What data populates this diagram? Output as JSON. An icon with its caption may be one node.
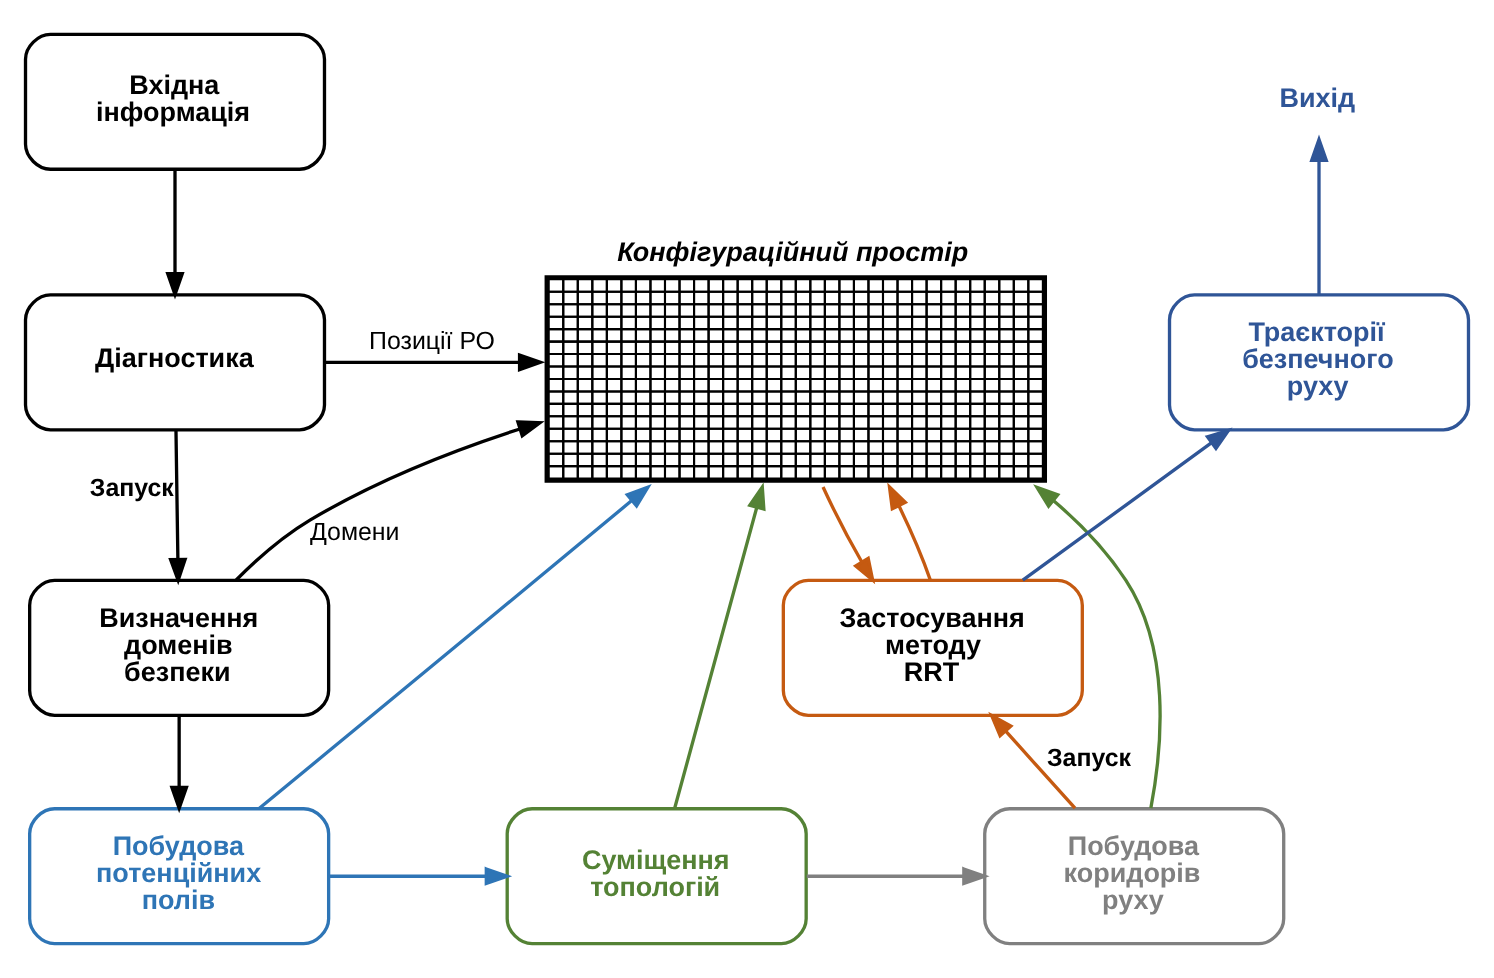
{
  "diagram": {
    "nodes": [
      {
        "text": [
          "Вхідна інформація"
        ]
      },
      {
        "text": [
          "Діагностика"
        ]
      },
      {
        "text": [
          "Визначення доменів безпеки"
        ]
      },
      {
        "text": [
          "Побудова потенційних полів"
        ]
      },
      {
        "text": [
          "Конфігураційний простір"
        ]
      },
      {
        "text": [
          "Суміщення топологій"
        ]
      },
      {
        "text": [
          "Побудова коридорів руху"
        ]
      },
      {
        "text": [
          "Застосування методу RRT"
        ]
      },
      {
        "text": [
          "Траєкторії безпечного руху"
        ]
      },
      {
        "text": [
          "Вихід"
        ]
      }
    ],
    "edges": [
      {
        "from": 0,
        "to": 1,
        "arrow": "to"
      },
      {
        "from": 1,
        "to": 2,
        "arrow": "to",
        "label": "Запуск"
      },
      {
        "from": 1,
        "to": 4,
        "arrow": "to",
        "label": "Позиції РО"
      },
      {
        "from": 2,
        "to": 4,
        "arrow": "to",
        "label": "Домени"
      },
      {
        "from": 2,
        "to": 3,
        "arrow": "to"
      },
      {
        "from": 3,
        "to": 4,
        "arrow": "to",
        "color": "#2e75b6"
      },
      {
        "from": 3,
        "to": 5,
        "arrow": "to",
        "color": "#2e75b6"
      },
      {
        "from": 5,
        "to": 4,
        "arrow": "to",
        "color": "#548235"
      },
      {
        "from": 6,
        "to": 4,
        "arrow": "to",
        "color": "#548235"
      },
      {
        "from": 5,
        "to": 6,
        "arrow": "to",
        "color": "#808080"
      },
      {
        "from": 6,
        "to": 7,
        "arrow": "to",
        "label": "Запуск",
        "color": "#c55a11"
      },
      {
        "from": 7,
        "to": 4,
        "arrow": "to",
        "color": "#c55a11"
      },
      {
        "from": 4,
        "to": 7,
        "arrow": "to",
        "color": "#c55a11"
      },
      {
        "from": 7,
        "to": 8,
        "arrow": "to",
        "color": "#2f5597"
      },
      {
        "from": 8,
        "to": 9,
        "arrow": "to",
        "color": "#2f5597"
      }
    ]
  }
}
